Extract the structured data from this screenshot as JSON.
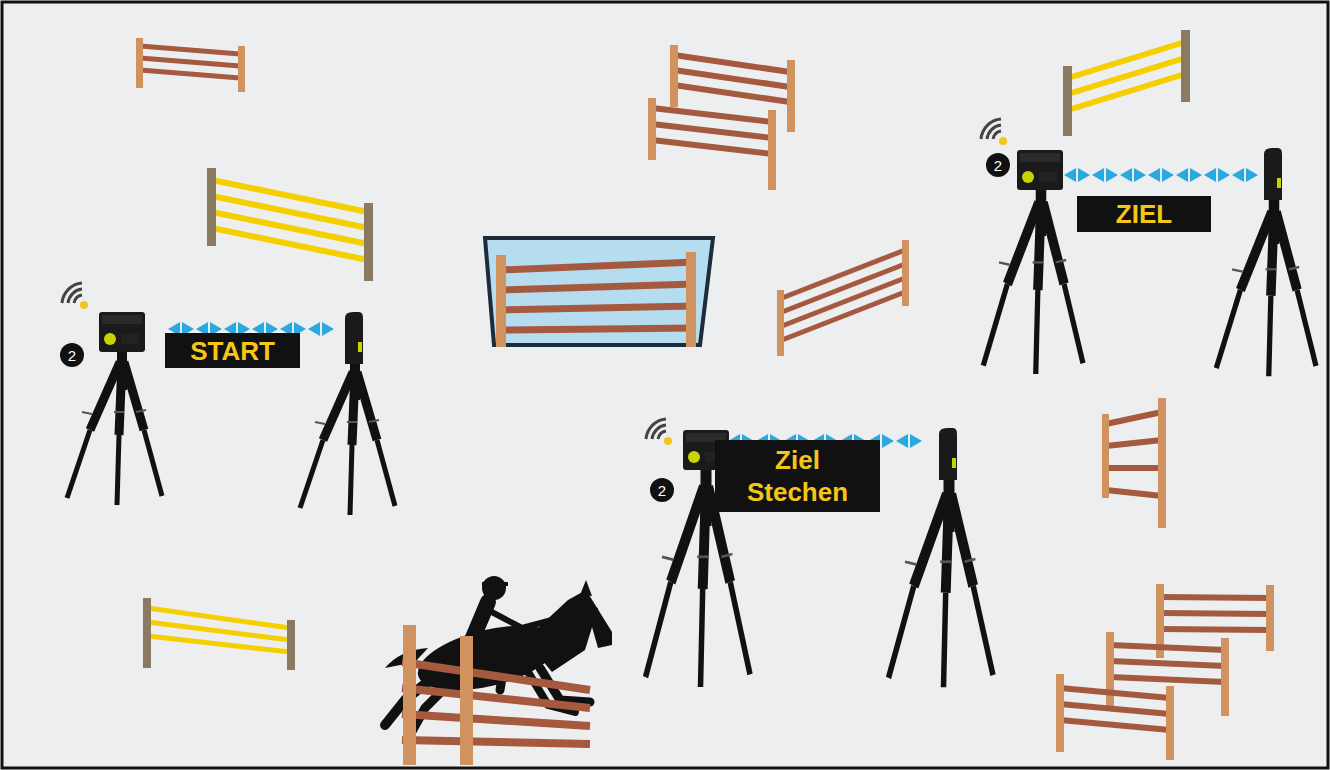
{
  "diagram": {
    "nodes": [
      {
        "text": [
          "2"
        ]
      },
      {
        "text": [
          "ZIEL"
        ]
      },
      {
        "text": [
          "2"
        ]
      },
      {
        "text": [
          "START"
        ]
      },
      {
        "text": [
          "2"
        ]
      },
      {
        "text": [
          "Ziel Stechen"
        ]
      }
    ]
  }
}
